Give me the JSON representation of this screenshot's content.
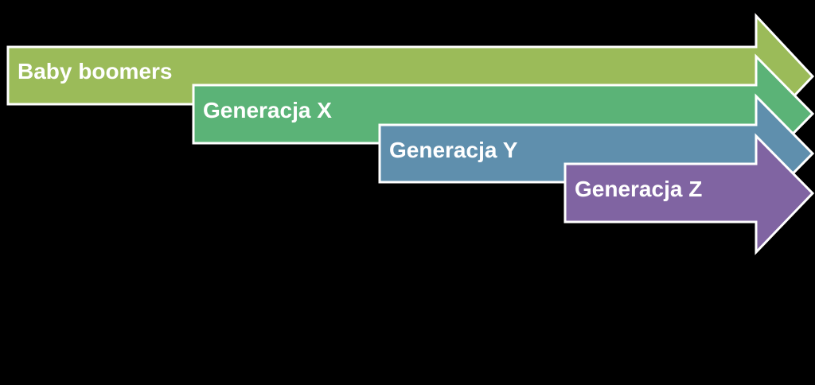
{
  "diagram": {
    "background": "#000000",
    "outline_color": "#ffffff",
    "arrows": [
      {
        "label": "Baby boomers",
        "color": "#9bbb59"
      },
      {
        "label": "Generacja X",
        "color": "#5bb377"
      },
      {
        "label": "Generacja Y",
        "color": "#5f8fad"
      },
      {
        "label": "Generacja Z",
        "color": "#8064a2"
      }
    ]
  }
}
